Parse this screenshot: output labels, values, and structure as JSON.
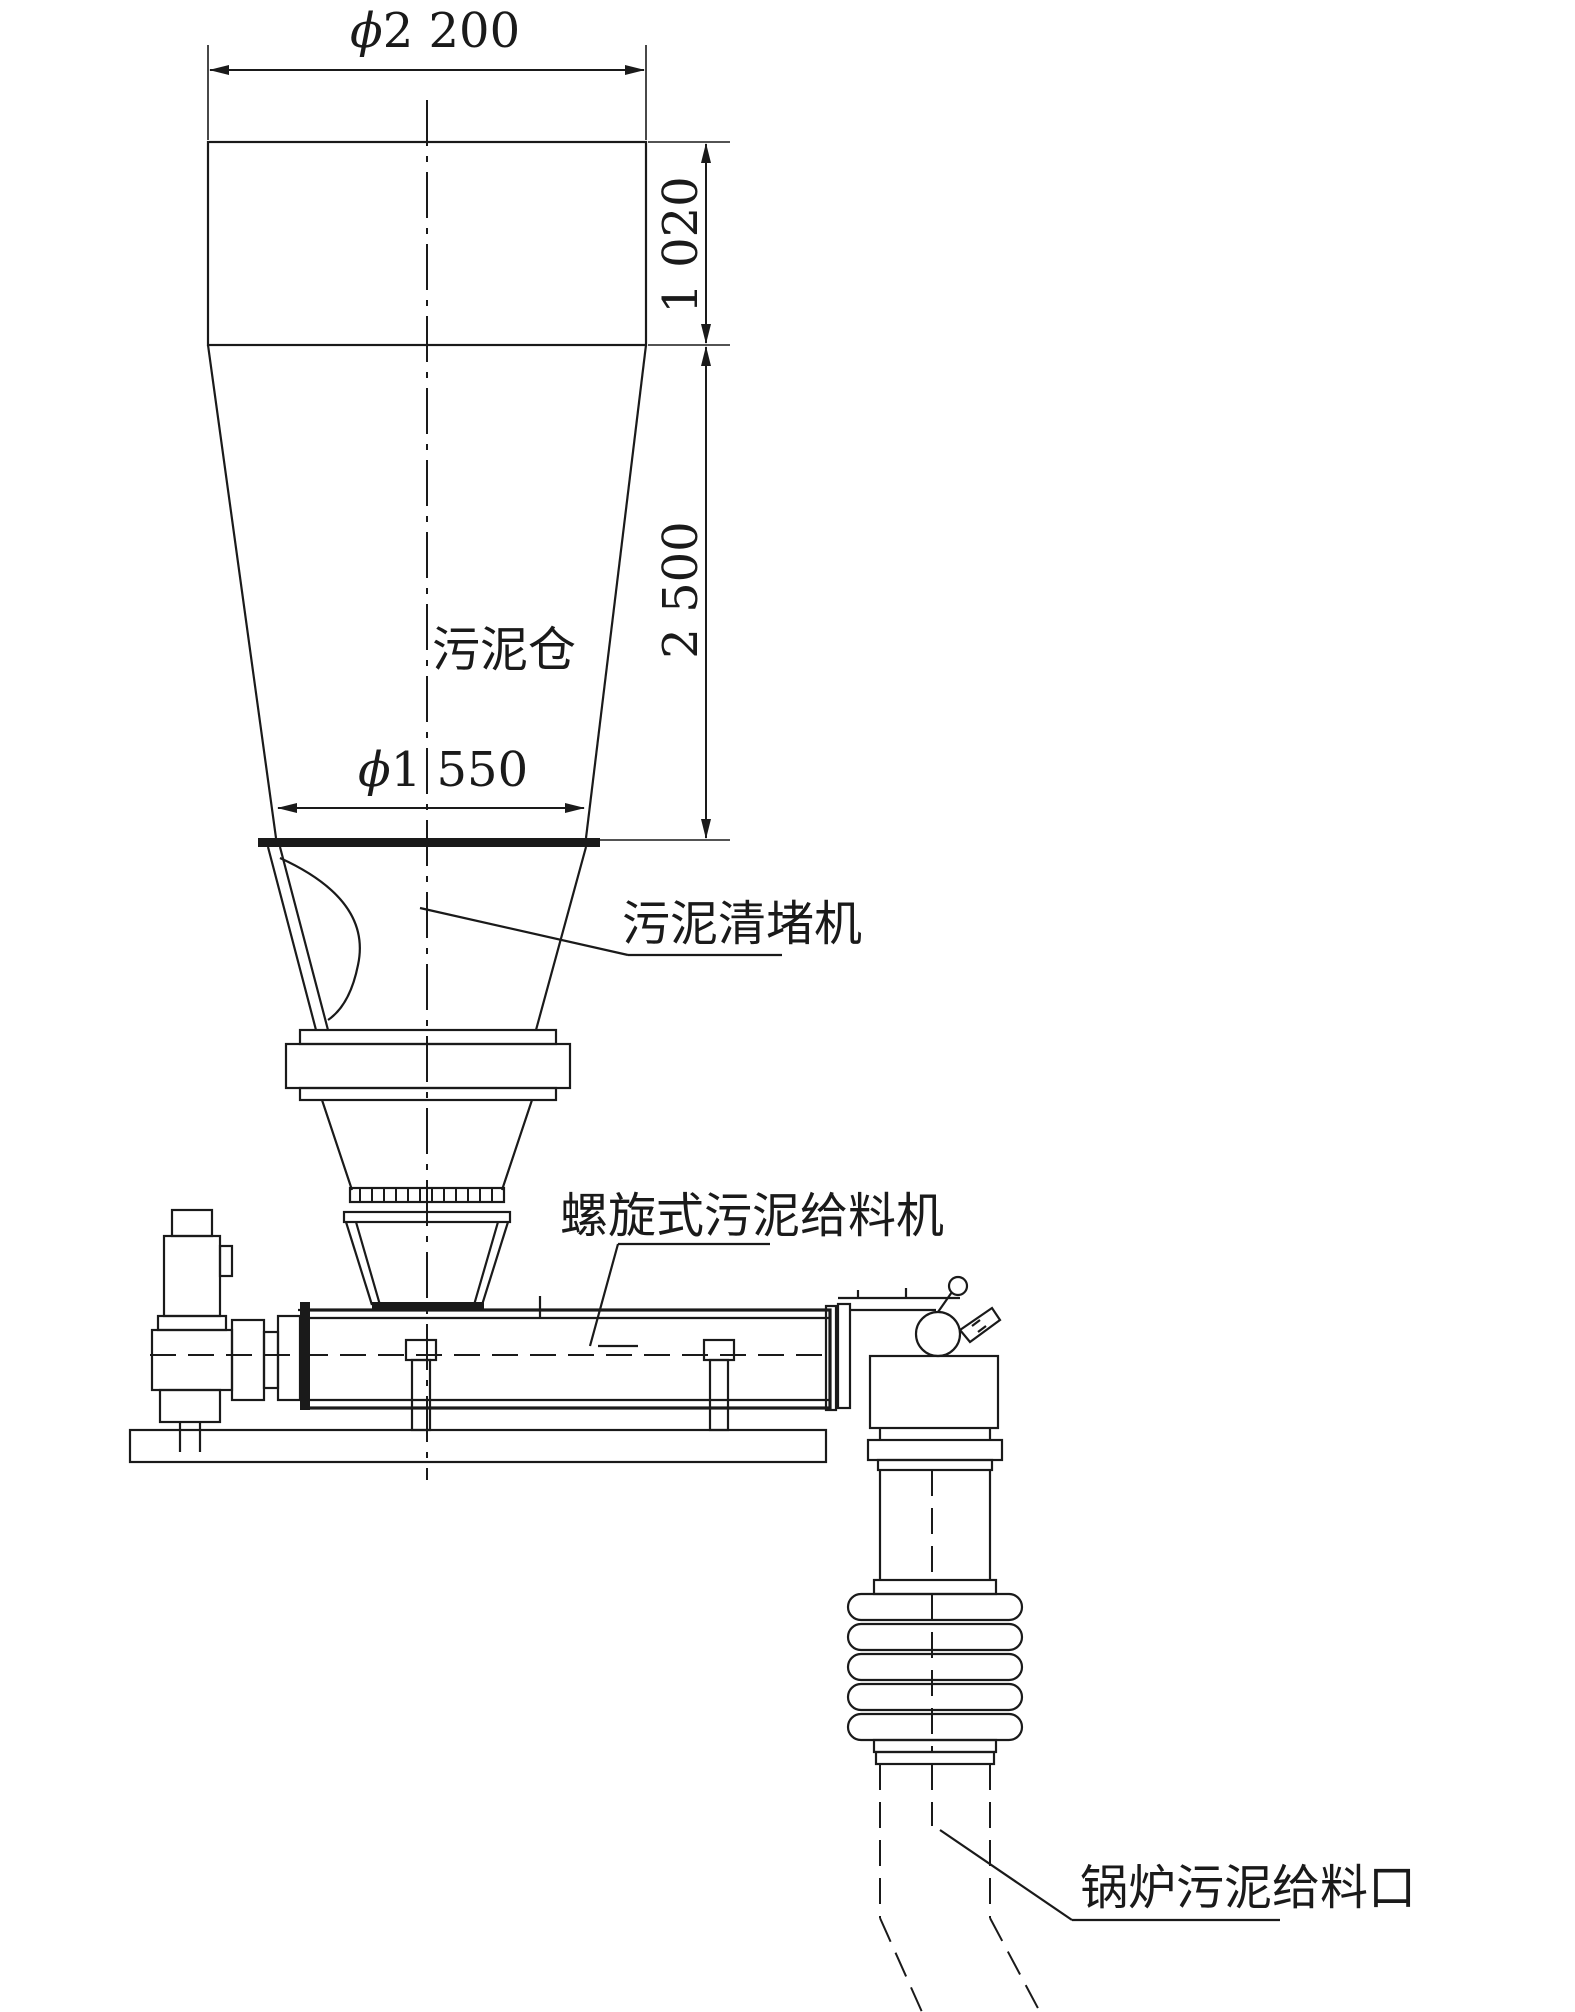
{
  "labels": {
    "sludge_silo": "污泥仓",
    "sludge_unblocker": "污泥清堵机",
    "screw_feeder": "螺旋式污泥给料机",
    "boiler_inlet": "锅炉污泥给料口"
  },
  "dimensions": {
    "top_diameter": {
      "symbol": "ϕ",
      "value": "2 200"
    },
    "outlet_diameter": {
      "symbol": "ϕ",
      "value": "1 550"
    },
    "cylinder_height": "1 020",
    "cone_height": "2 500"
  },
  "colors": {
    "line": "#1a1a1a",
    "background": "#ffffff"
  }
}
